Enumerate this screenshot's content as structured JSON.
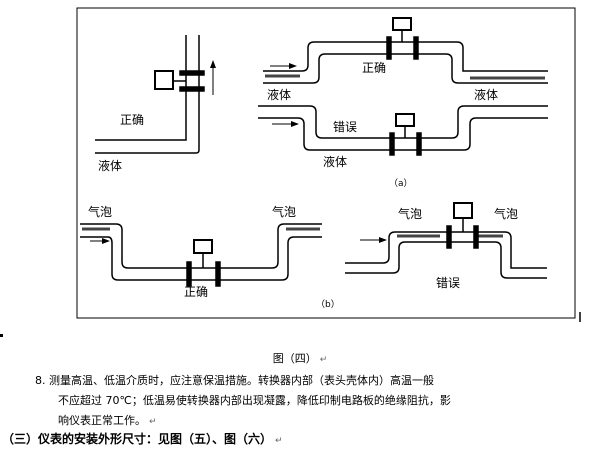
{
  "figure": {
    "part_a": {
      "label": "（a）",
      "vertical": {
        "correct": "正确",
        "liquid": "液体"
      },
      "horizontal": {
        "correct": "正确",
        "liquid_left": "液体",
        "liquid_right": "液体",
        "wrong": "错误",
        "liquid_bottom": "液体"
      }
    },
    "part_b": {
      "label": "（b）",
      "left": {
        "bubble_left": "气泡",
        "bubble_right": "气泡",
        "correct": "正确"
      },
      "right": {
        "bubble_left": "气泡",
        "bubble_right": "气泡",
        "wrong": "错误"
      }
    }
  },
  "caption": "图（四）",
  "para": {
    "line1": "8.  测量高温、低温介质时，应注意保温措施。转换器内部（表头壳体内）高温一般",
    "line2": "不应超过 70℃；低温易使转换器内部出现凝露，降低印制电路板的绝缘阻抗，影",
    "line3": "响仪表正常工作。"
  },
  "heading": "（三）仪表的安装外形尺寸：见图（五）、图（六）",
  "para_mark": "↵"
}
